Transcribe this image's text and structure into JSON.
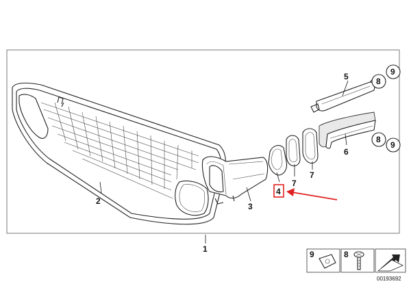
{
  "callouts": {
    "grille": "2",
    "frame": "1",
    "duct": "3",
    "seal_highlighted": "4",
    "gasket_a": "7",
    "gasket_b": "7",
    "upper_bracket": "5",
    "lower_bracket": "6",
    "clip_top": "8",
    "screw_top": "9",
    "clip_bottom": "8",
    "screw_bottom": "9"
  },
  "legend": {
    "screw_num": "9",
    "clip_num": "8"
  },
  "diagram_id": "00193692",
  "colors": {
    "highlight": "#e02020",
    "line": "#222222"
  }
}
